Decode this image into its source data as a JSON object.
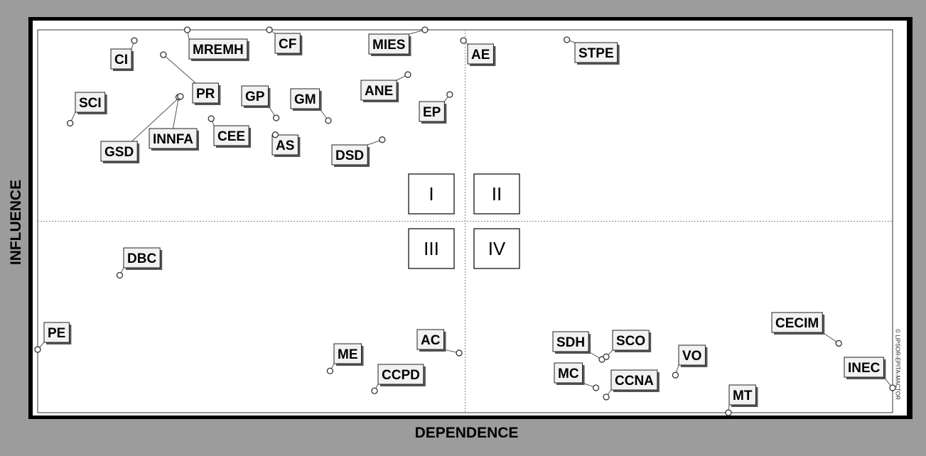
{
  "chart_data": {
    "type": "scatter",
    "title": "",
    "xlabel": "DEPENDENCE",
    "ylabel": "INFLUENCE",
    "xlim": [
      0,
      100
    ],
    "ylim": [
      0,
      100
    ],
    "grid": false,
    "legend": "none",
    "dividers": {
      "x": 50,
      "y": 50
    },
    "quadrants": [
      "I",
      "II",
      "III",
      "IV"
    ],
    "credit": "© LIPSOR-EPITA-MACTOR",
    "points": [
      {
        "label": "MREMH",
        "x": 17.5,
        "y": 100
      },
      {
        "label": "CF",
        "x": 27.1,
        "y": 100
      },
      {
        "label": "MIES",
        "x": 45.3,
        "y": 100
      },
      {
        "label": "AE",
        "x": 49.8,
        "y": 97.2
      },
      {
        "label": "STPE",
        "x": 61.9,
        "y": 97.4
      },
      {
        "label": "CI",
        "x": 11.3,
        "y": 97.2
      },
      {
        "label": "ANE",
        "x": 43.3,
        "y": 88.3
      },
      {
        "label": "EP",
        "x": 48.2,
        "y": 83.1
      },
      {
        "label": "PR",
        "x": 14.7,
        "y": 93.5
      },
      {
        "label": "AS",
        "x": 27.8,
        "y": 72.6
      },
      {
        "label": "GP",
        "x": 27.9,
        "y": 77.0
      },
      {
        "label": "GM",
        "x": 34.0,
        "y": 76.3
      },
      {
        "label": "SCI",
        "x": 3.8,
        "y": 75.6
      },
      {
        "label": "CEE",
        "x": 20.3,
        "y": 76.8
      },
      {
        "label": "INNFA",
        "x": 16.5,
        "y": 82.4
      },
      {
        "label": "GSD",
        "x": 16.7,
        "y": 82.6
      },
      {
        "label": "DSD",
        "x": 40.3,
        "y": 71.3
      },
      {
        "label": "DBC",
        "x": 9.6,
        "y": 35.9
      },
      {
        "label": "PE",
        "x": 0.0,
        "y": 16.5
      },
      {
        "label": "ME",
        "x": 34.2,
        "y": 10.9
      },
      {
        "label": "AC",
        "x": 49.3,
        "y": 15.6
      },
      {
        "label": "CCPD",
        "x": 39.4,
        "y": 5.7
      },
      {
        "label": "SDH",
        "x": 66.0,
        "y": 13.9
      },
      {
        "label": "SCO",
        "x": 66.5,
        "y": 14.6
      },
      {
        "label": "MC",
        "x": 65.3,
        "y": 6.5
      },
      {
        "label": "CCNA",
        "x": 66.5,
        "y": 4.1
      },
      {
        "label": "VO",
        "x": 74.6,
        "y": 9.8
      },
      {
        "label": "MT",
        "x": 80.8,
        "y": 0.0
      },
      {
        "label": "CECIM",
        "x": 93.7,
        "y": 18.1
      },
      {
        "label": "INEC",
        "x": 100,
        "y": 6.5
      }
    ]
  }
}
